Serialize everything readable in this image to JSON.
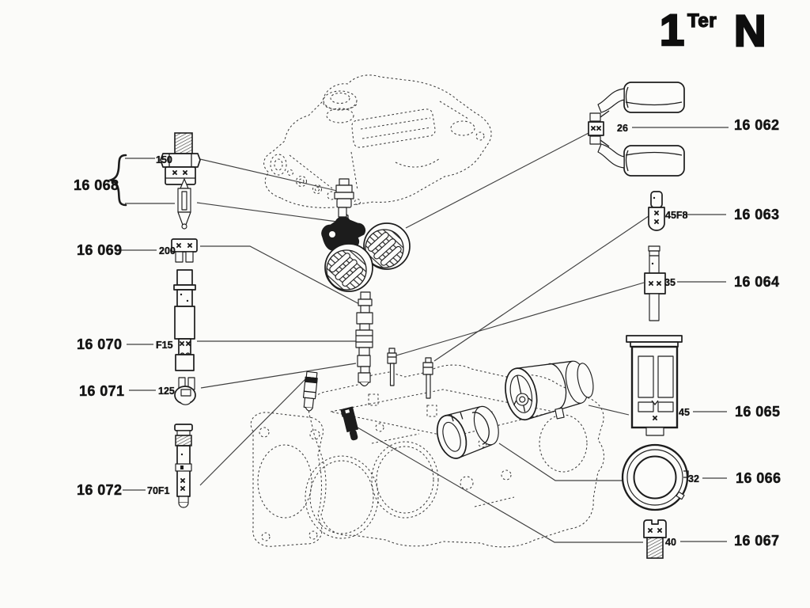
{
  "plate": {
    "title": {
      "number": "1",
      "exponent": "Ter",
      "series": "N"
    },
    "left_items": [
      {
        "ref": "16 068",
        "code": "150"
      },
      {
        "ref": "16 069",
        "code": "200"
      },
      {
        "ref": "16 070",
        "code": "F15"
      },
      {
        "ref": "16 071",
        "code": "125"
      },
      {
        "ref": "16 072",
        "code": "70F1"
      }
    ],
    "right_items": [
      {
        "ref": "16 062",
        "code": "26"
      },
      {
        "ref": "16 063",
        "code": "45F8"
      },
      {
        "ref": "16 064",
        "code": "35"
      },
      {
        "ref": "16 065",
        "code": "45"
      },
      {
        "ref": "16 066",
        "code": "32"
      },
      {
        "ref": "16 067",
        "code": "40"
      }
    ]
  }
}
